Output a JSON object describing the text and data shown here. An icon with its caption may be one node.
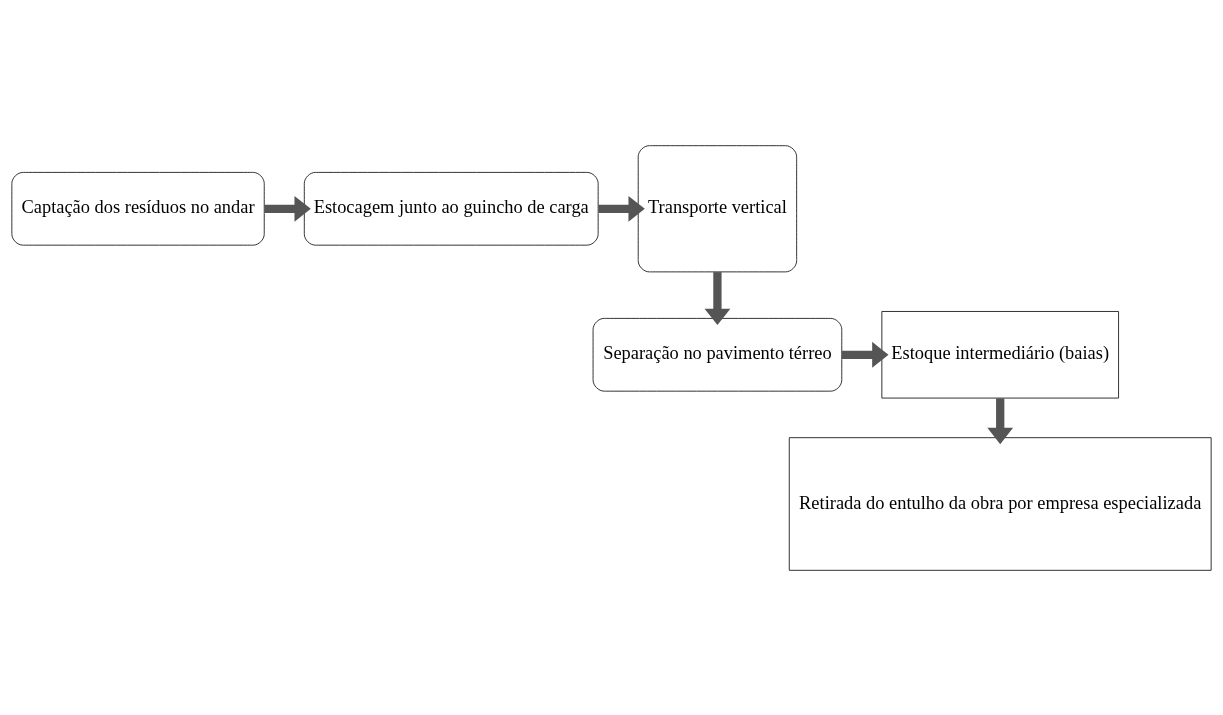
{
  "diagram": {
    "nodes": [
      {
        "text": [
          "Captação dos resíduos no andar"
        ]
      },
      {
        "text": [
          "Estocagem junto ao guincho de carga"
        ]
      },
      {
        "text": [
          "Transporte vertical"
        ]
      },
      {
        "text": [
          "Separação no pavimento térreo"
        ]
      },
      {
        "text": [
          "Estoque intermediário (baias)"
        ]
      },
      {
        "text": [
          "Retirada do entulho da obra por empresa especializada"
        ]
      }
    ],
    "edges": [
      {
        "from": 0,
        "to": 1,
        "arrow": "to"
      },
      {
        "from": 1,
        "to": 2,
        "arrow": "to"
      },
      {
        "from": 2,
        "to": 3,
        "arrow": "to"
      },
      {
        "from": 3,
        "to": 4,
        "arrow": "to"
      },
      {
        "from": 4,
        "to": 5,
        "arrow": "to"
      }
    ]
  }
}
